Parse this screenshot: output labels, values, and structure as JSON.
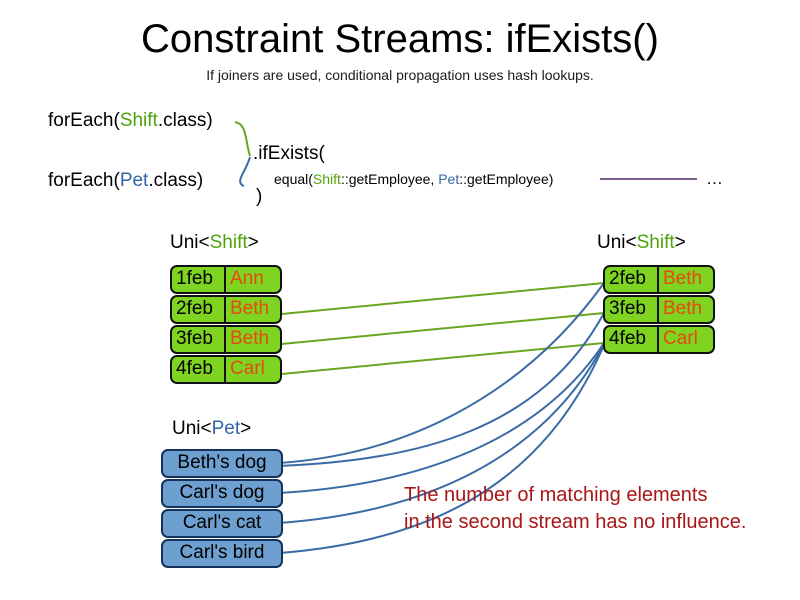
{
  "header": {
    "title": "Constraint Streams: ifExists()",
    "subtitle": "If joiners are used, conditional propagation uses hash lookups."
  },
  "code": {
    "foreach_shift_pre": "forEach(",
    "foreach_shift_type": "Shift",
    "foreach_shift_post": ".class)",
    "foreach_pet_pre": "forEach(",
    "foreach_pet_type": "Pet",
    "foreach_pet_post": ".class)",
    "ifexists_label": ".ifExists(",
    "close_paren": ")",
    "equal_pre": "equal(",
    "equal_shift_type": "Shift",
    "equal_mid": "::getEmployee, ",
    "equal_pet_type": "Pet",
    "equal_post": "::getEmployee)",
    "ellipsis": "…"
  },
  "streams": {
    "left_shift": {
      "caption_pre": "Uni<",
      "caption_type": "Shift",
      "caption_post": ">",
      "rows": [
        {
          "date": "1feb",
          "name": "Ann"
        },
        {
          "date": "2feb",
          "name": "Beth"
        },
        {
          "date": "3feb",
          "name": "Beth"
        },
        {
          "date": "4feb",
          "name": "Carl"
        }
      ]
    },
    "right_shift": {
      "caption_pre": "Uni<",
      "caption_type": "Shift",
      "caption_post": ">",
      "rows": [
        {
          "date": "2feb",
          "name": "Beth"
        },
        {
          "date": "3feb",
          "name": "Beth"
        },
        {
          "date": "4feb",
          "name": "Carl"
        }
      ]
    },
    "pet": {
      "caption_pre": "Uni<",
      "caption_type": "Pet",
      "caption_post": ">",
      "rows": [
        {
          "label": "Beth's dog"
        },
        {
          "label": "Carl's dog"
        },
        {
          "label": "Carl's cat"
        },
        {
          "label": "Carl's bird"
        }
      ]
    }
  },
  "annotation": {
    "line1": "The number of matching elements",
    "line2": "in the second stream has no influence."
  },
  "colors": {
    "shift_green": "#7fd321",
    "shift_name_orange": "#e8490e",
    "pet_blue": "#6d9fd0",
    "pet_border": "#15325c",
    "type_shift_text": "#4ea30a",
    "type_pet_text": "#3465a4",
    "wire_green": "#6aa522",
    "wire_blue": "#3a6ba5",
    "rule_purple": "#7d5f8c",
    "annotation_red": "#a81616"
  }
}
